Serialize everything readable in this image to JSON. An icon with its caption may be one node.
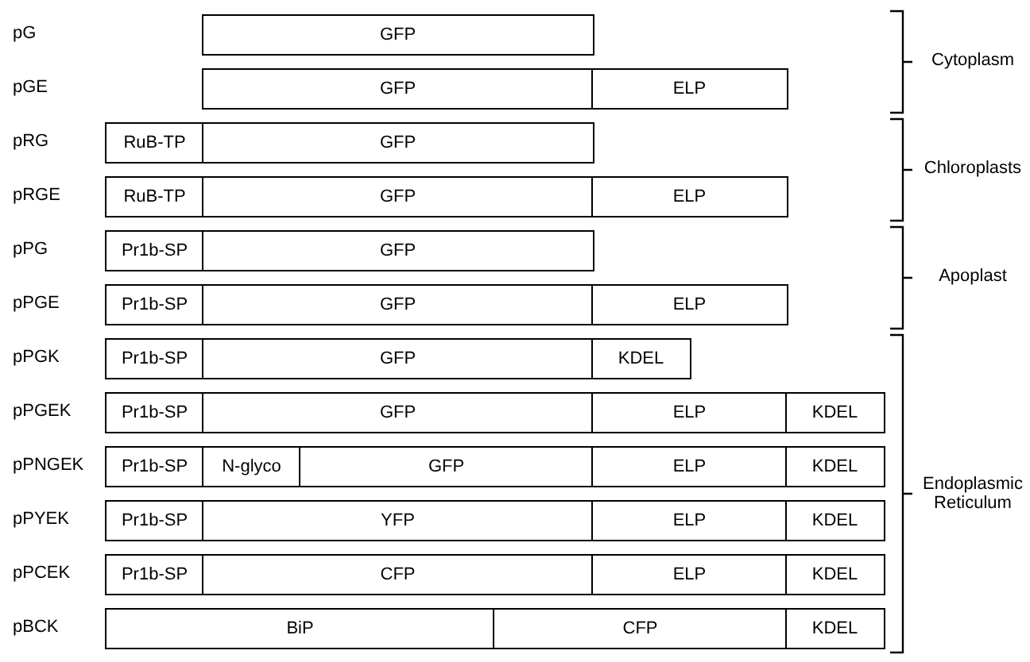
{
  "diagram": {
    "nodes": [
      {
        "text": [
          "GFP"
        ]
      },
      {
        "text": [
          "GFP"
        ]
      },
      {
        "text": [
          "ELP"
        ]
      },
      {
        "text": [
          "RuB-TP"
        ]
      },
      {
        "text": [
          "GFP"
        ]
      },
      {
        "text": [
          "RuB-TP"
        ]
      },
      {
        "text": [
          "GFP"
        ]
      },
      {
        "text": [
          "ELP"
        ]
      },
      {
        "text": [
          "Pr1b-SP"
        ]
      },
      {
        "text": [
          "GFP"
        ]
      },
      {
        "text": [
          "Pr1b-SP"
        ]
      },
      {
        "text": [
          "GFP"
        ]
      },
      {
        "text": [
          "ELP"
        ]
      },
      {
        "text": [
          "Pr1b-SP"
        ]
      },
      {
        "text": [
          "GFP"
        ]
      },
      {
        "text": [
          "KDEL"
        ]
      },
      {
        "text": [
          "Pr1b-SP"
        ]
      },
      {
        "text": [
          "GFP"
        ]
      },
      {
        "text": [
          "ELP"
        ]
      },
      {
        "text": [
          "KDEL"
        ]
      },
      {
        "text": [
          "Pr1b-SP"
        ]
      },
      {
        "text": [
          "N-glyco"
        ]
      },
      {
        "text": [
          "GFP"
        ]
      },
      {
        "text": [
          "ELP"
        ]
      },
      {
        "text": [
          "KDEL"
        ]
      },
      {
        "text": [
          "Pr1b-SP"
        ]
      },
      {
        "text": [
          "YFP"
        ]
      },
      {
        "text": [
          "ELP"
        ]
      },
      {
        "text": [
          "KDEL"
        ]
      },
      {
        "text": [
          "Pr1b-SP"
        ]
      },
      {
        "text": [
          "CFP"
        ]
      },
      {
        "text": [
          "ELP"
        ]
      },
      {
        "text": [
          "KDEL"
        ]
      },
      {
        "text": [
          "BiP"
        ]
      },
      {
        "text": [
          "CFP"
        ]
      },
      {
        "text": [
          "KDEL"
        ]
      }
    ],
    "labels": [
      "pG",
      "Cytoplasm",
      "pGE",
      "pRG",
      "Chloroplasts",
      "pRGE",
      "pPG",
      "Apoplast",
      "pPGE",
      "pPGK",
      "pPGEK",
      "pPNGEK",
      "Endoplasmic Reticulum",
      "pPYEK",
      "pPCEK",
      "pBCK"
    ]
  }
}
